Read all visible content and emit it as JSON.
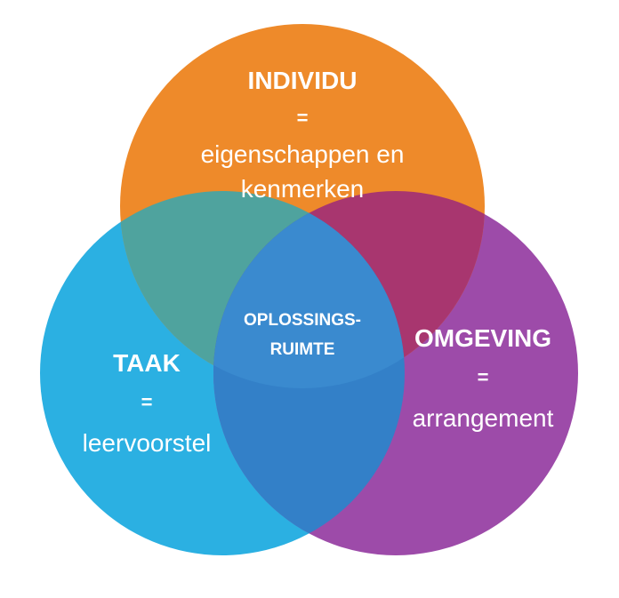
{
  "colors": {
    "individu": "#EE8A2A",
    "taak": "#2BB0E2",
    "omgeving": "#9D4BA9",
    "individu_taak_overlap": "#4FA39E",
    "individu_omgeving_overlap": "#A8366F",
    "taak_omgeving_overlap": "#3380C8",
    "center_overlap": "#3A8ACF",
    "text": "#FFFFFF"
  },
  "circles": {
    "individu": {
      "title": "INDIVIDU",
      "equals": "=",
      "line1": "eigenschappen en",
      "line2": "kenmerken"
    },
    "taak": {
      "title": "TAAK",
      "equals": "=",
      "line1": "leervoorstel"
    },
    "omgeving": {
      "title": "OMGEVING",
      "equals": "=",
      "line1": "arrangement"
    }
  },
  "center": {
    "line1": "OPLOSSINGS-",
    "line2": "RUIMTE"
  }
}
